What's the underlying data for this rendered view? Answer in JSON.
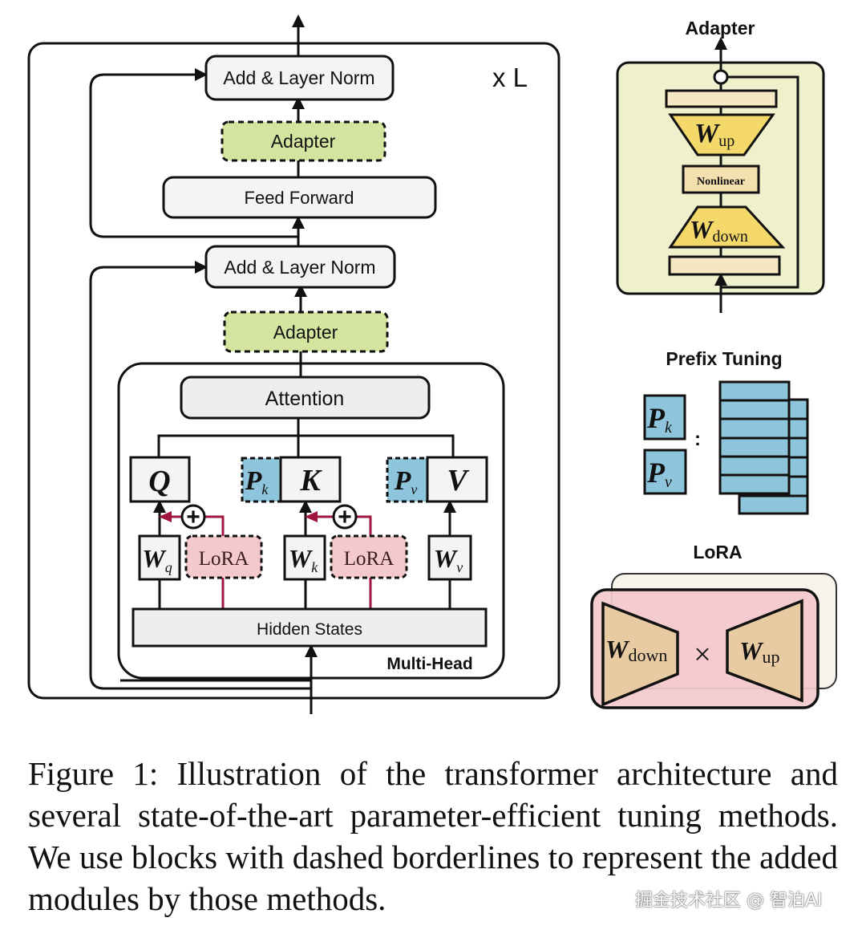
{
  "main": {
    "add_norm_top": "Add & Layer Norm",
    "layers_label": "x L",
    "adapter_top": "Adapter",
    "feed_forward": "Feed Forward",
    "add_norm_bottom": "Add & Layer Norm",
    "adapter_bottom": "Adapter",
    "attention": "Attention",
    "q": "Q",
    "k": "K",
    "v": "V",
    "pk": {
      "base": "P",
      "sub": "k"
    },
    "pv": {
      "base": "P",
      "sub": "v"
    },
    "wq": {
      "base": "W",
      "sub": "q"
    },
    "wk": {
      "base": "W",
      "sub": "k"
    },
    "wv": {
      "base": "W",
      "sub": "v"
    },
    "lora1": "LoRA",
    "lora2": "LoRA",
    "plus": "+",
    "hidden_states": "Hidden States",
    "multi_head": "Multi-Head"
  },
  "adapter_panel": {
    "title": "Adapter",
    "w_up": {
      "base": "W",
      "sub": "up"
    },
    "nonlinear": "Nonlinear",
    "w_down": {
      "base": "W",
      "sub": "down"
    }
  },
  "prefix_panel": {
    "title": "Prefix Tuning",
    "pk": {
      "base": "P",
      "sub": "k"
    },
    "pv": {
      "base": "P",
      "sub": "v"
    },
    "colon": ":"
  },
  "lora_panel": {
    "title": "LoRA",
    "w_down": {
      "base": "W",
      "sub": "down"
    },
    "times": "×",
    "w_up": {
      "base": "W",
      "sub": "up"
    }
  },
  "caption": "Figure 1: Illustration of the transformer architecture and several state-of-the-art parameter-efficient tuning methods. We use blocks with dashed borderlines to represent the added modules by those methods.",
  "watermark": "掘金技术社区 @ 智泊AI",
  "colors": {
    "adapter_green": "#d5e5a0",
    "prefix_blue": "#8ec5dc",
    "lora_pink": "#f3c9cc",
    "lora_red": "#a0163e",
    "adapter_panel_bg": "#eff1cc",
    "trapezoid_yellow": "#f4d86a",
    "lora_trapezoid": "#e8cba2"
  }
}
